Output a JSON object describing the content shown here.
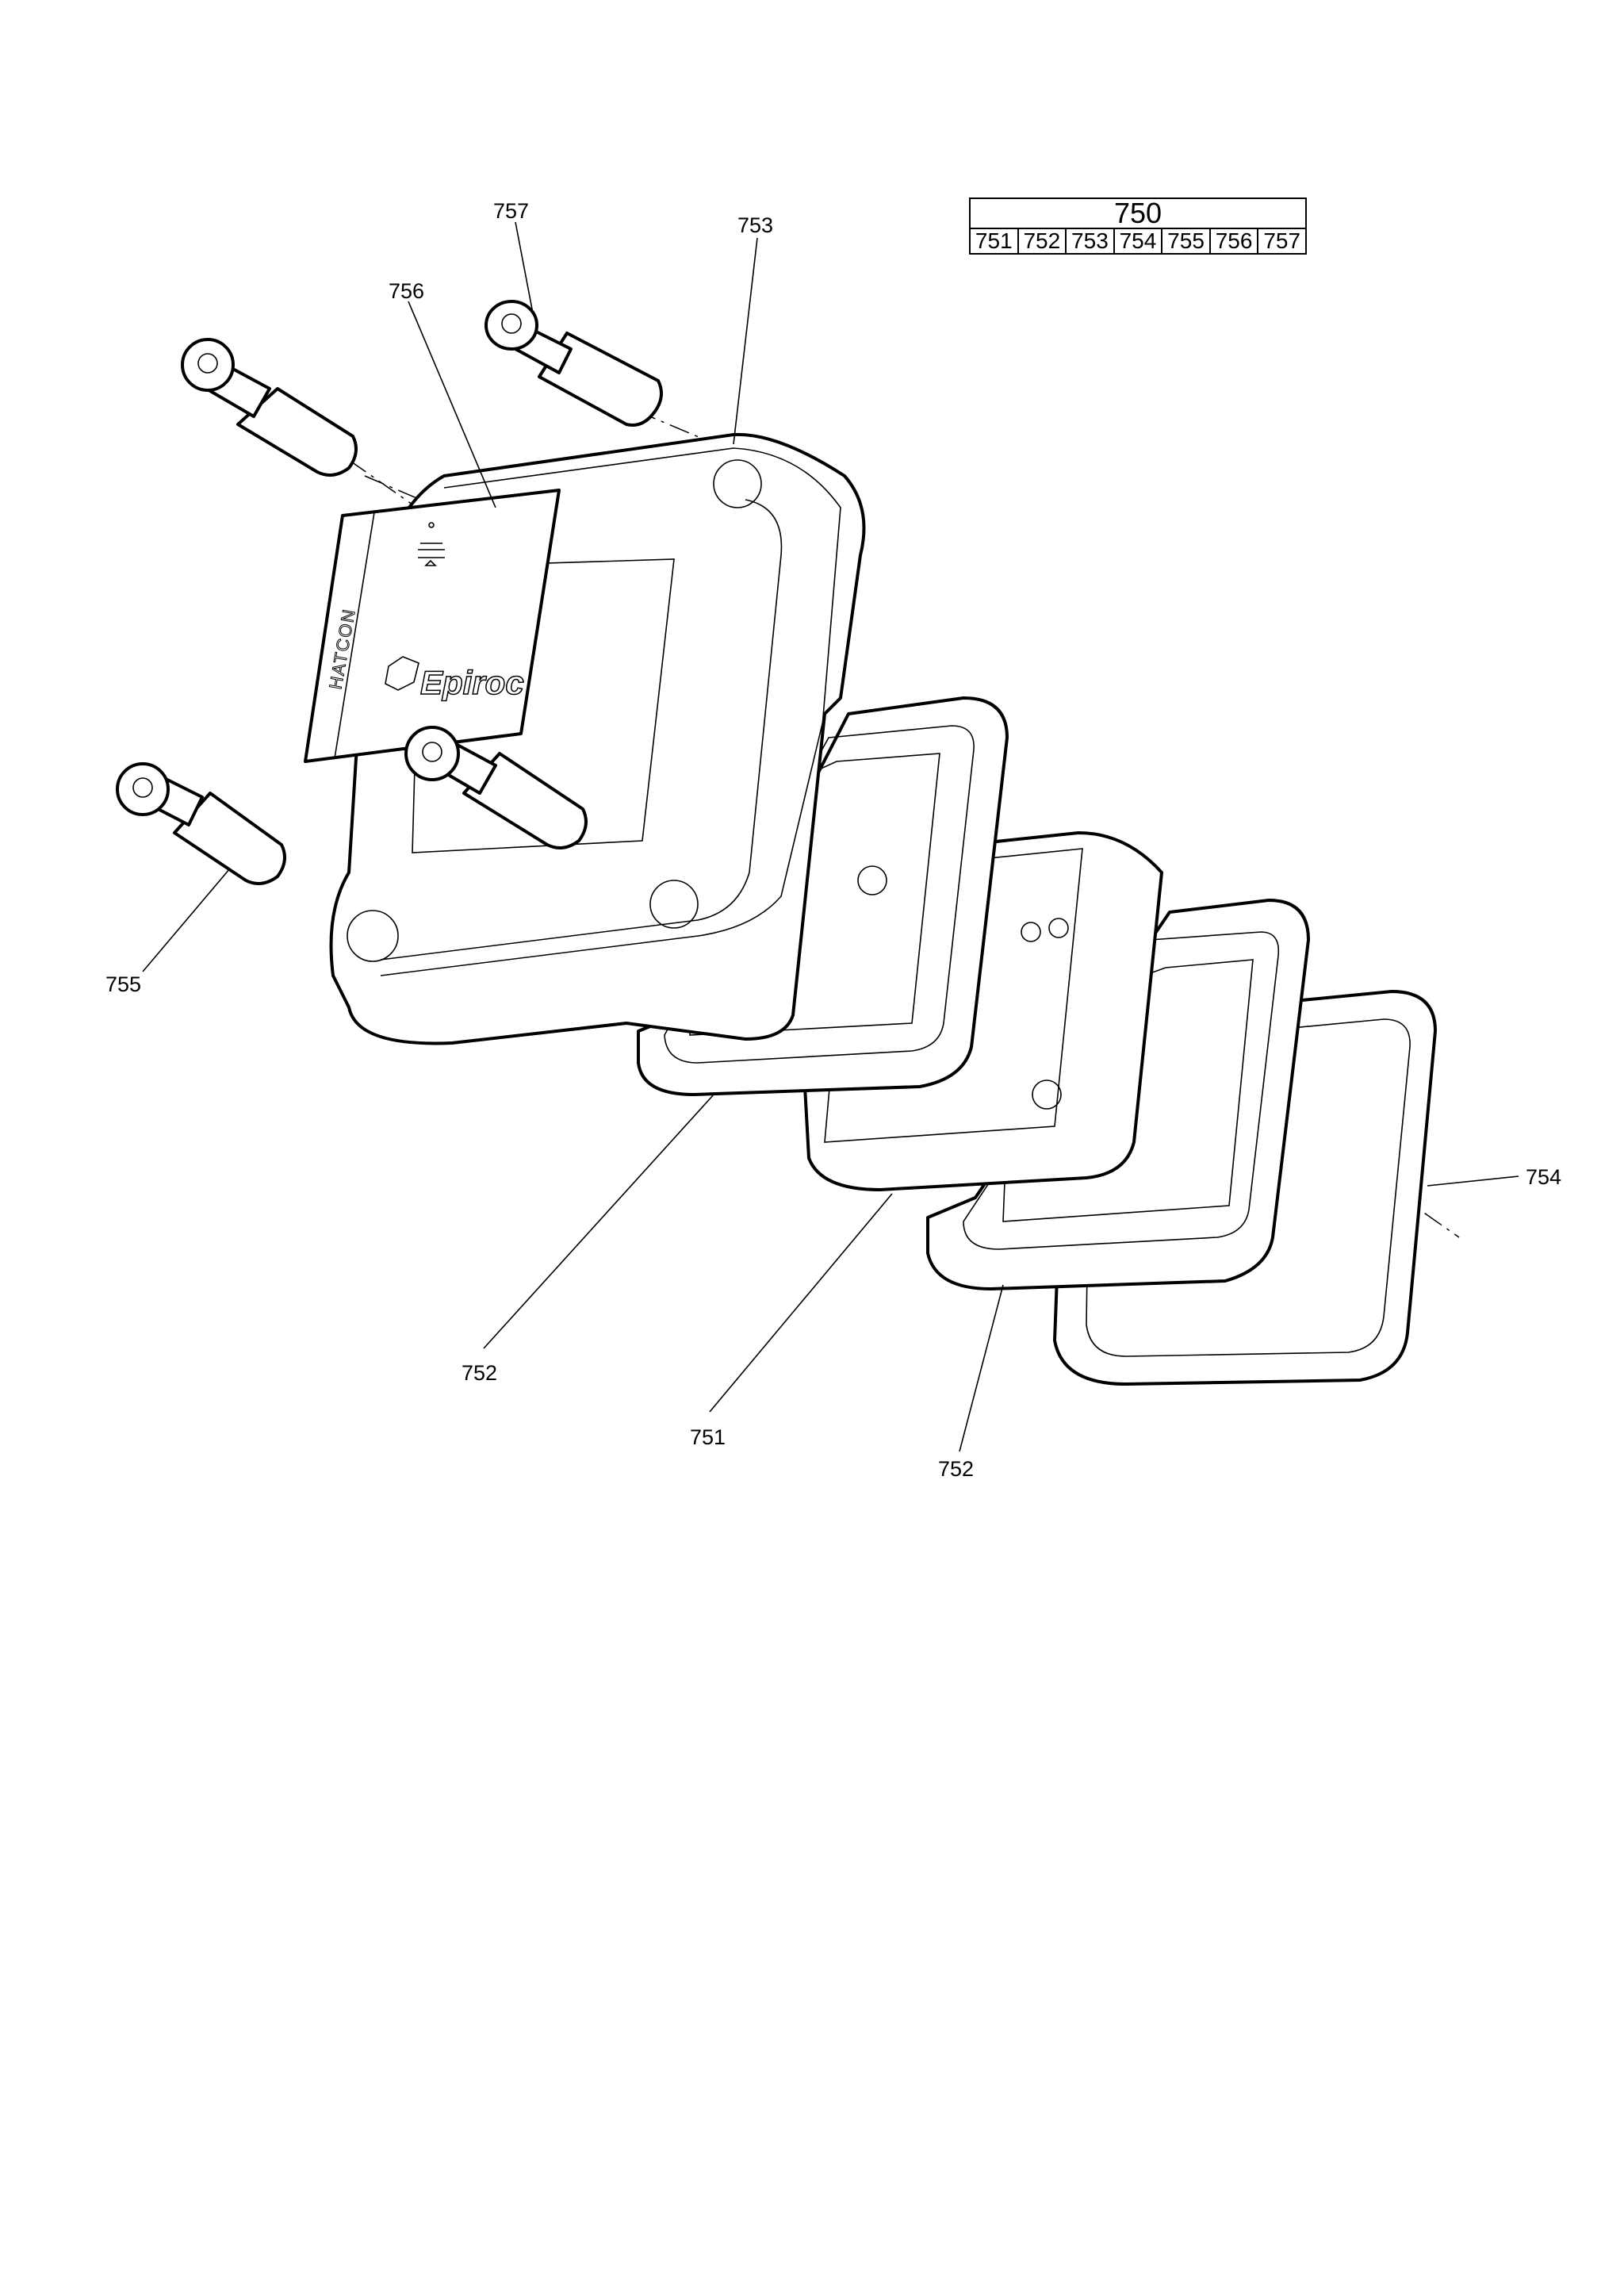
{
  "assembly_table": {
    "header": "750",
    "cells": [
      "751",
      "752",
      "753",
      "754",
      "755",
      "756",
      "757"
    ]
  },
  "callouts": {
    "c757": "757",
    "c753": "753",
    "c756": "756",
    "c755": "755",
    "c752a": "752",
    "c751": "751",
    "c752b": "752",
    "c754": "754"
  },
  "decal": {
    "side_text": "HATCON",
    "brand": "Epiroc"
  }
}
